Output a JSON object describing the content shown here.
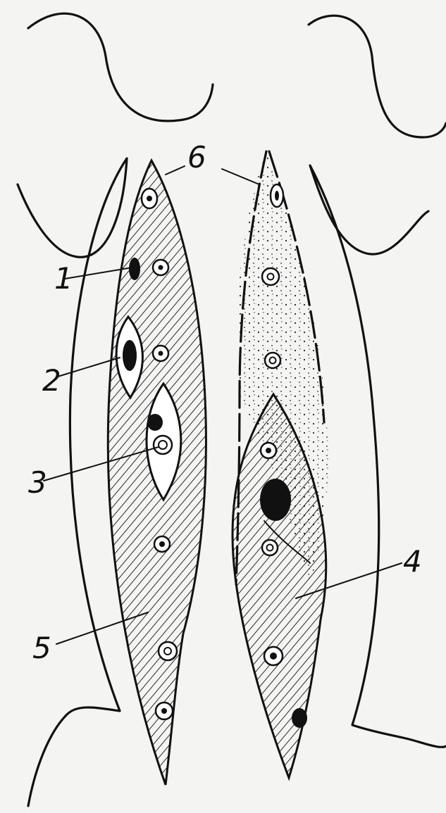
{
  "labels": {
    "l1": "1",
    "l2": "2",
    "l3": "3",
    "l4": "4",
    "l5": "5",
    "l6": "6"
  },
  "colors": {
    "ink": "#111111",
    "paper": "#f4f4f2"
  }
}
